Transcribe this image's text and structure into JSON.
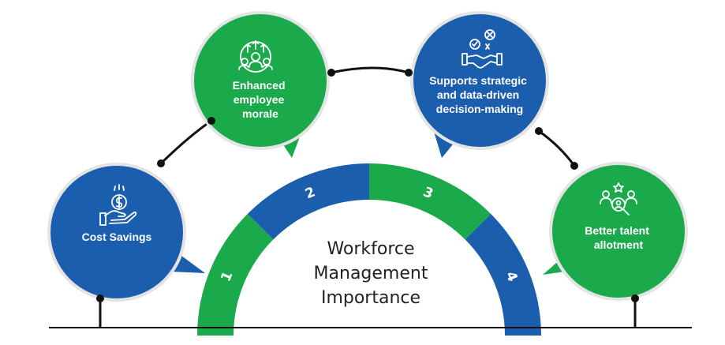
{
  "title_lines": [
    "Workforce",
    "Management",
    "Importance"
  ],
  "colors": {
    "green": "#1AAA4B",
    "blue": "#1C5EAE",
    "line": "#111111",
    "ring": "#E4E4E4"
  },
  "segments": [
    {
      "number": "1",
      "color": "green"
    },
    {
      "number": "2",
      "color": "blue"
    },
    {
      "number": "3",
      "color": "green"
    },
    {
      "number": "4",
      "color": "blue"
    }
  ],
  "bubbles": [
    {
      "id": "cost-savings",
      "lines": [
        "Cost Savings"
      ],
      "color": "blue",
      "icon": "money-hand-icon"
    },
    {
      "id": "employee-morale",
      "lines": [
        "Enhanced",
        "employee",
        "morale"
      ],
      "color": "green",
      "icon": "team-growth-icon"
    },
    {
      "id": "decision-making",
      "lines": [
        "Supports strategic",
        "and data-driven",
        "decision-making"
      ],
      "color": "blue",
      "icon": "handshake-decision-icon"
    },
    {
      "id": "talent-allotment",
      "lines": [
        "Better talent",
        "allotment"
      ],
      "color": "green",
      "icon": "talent-search-icon"
    }
  ]
}
